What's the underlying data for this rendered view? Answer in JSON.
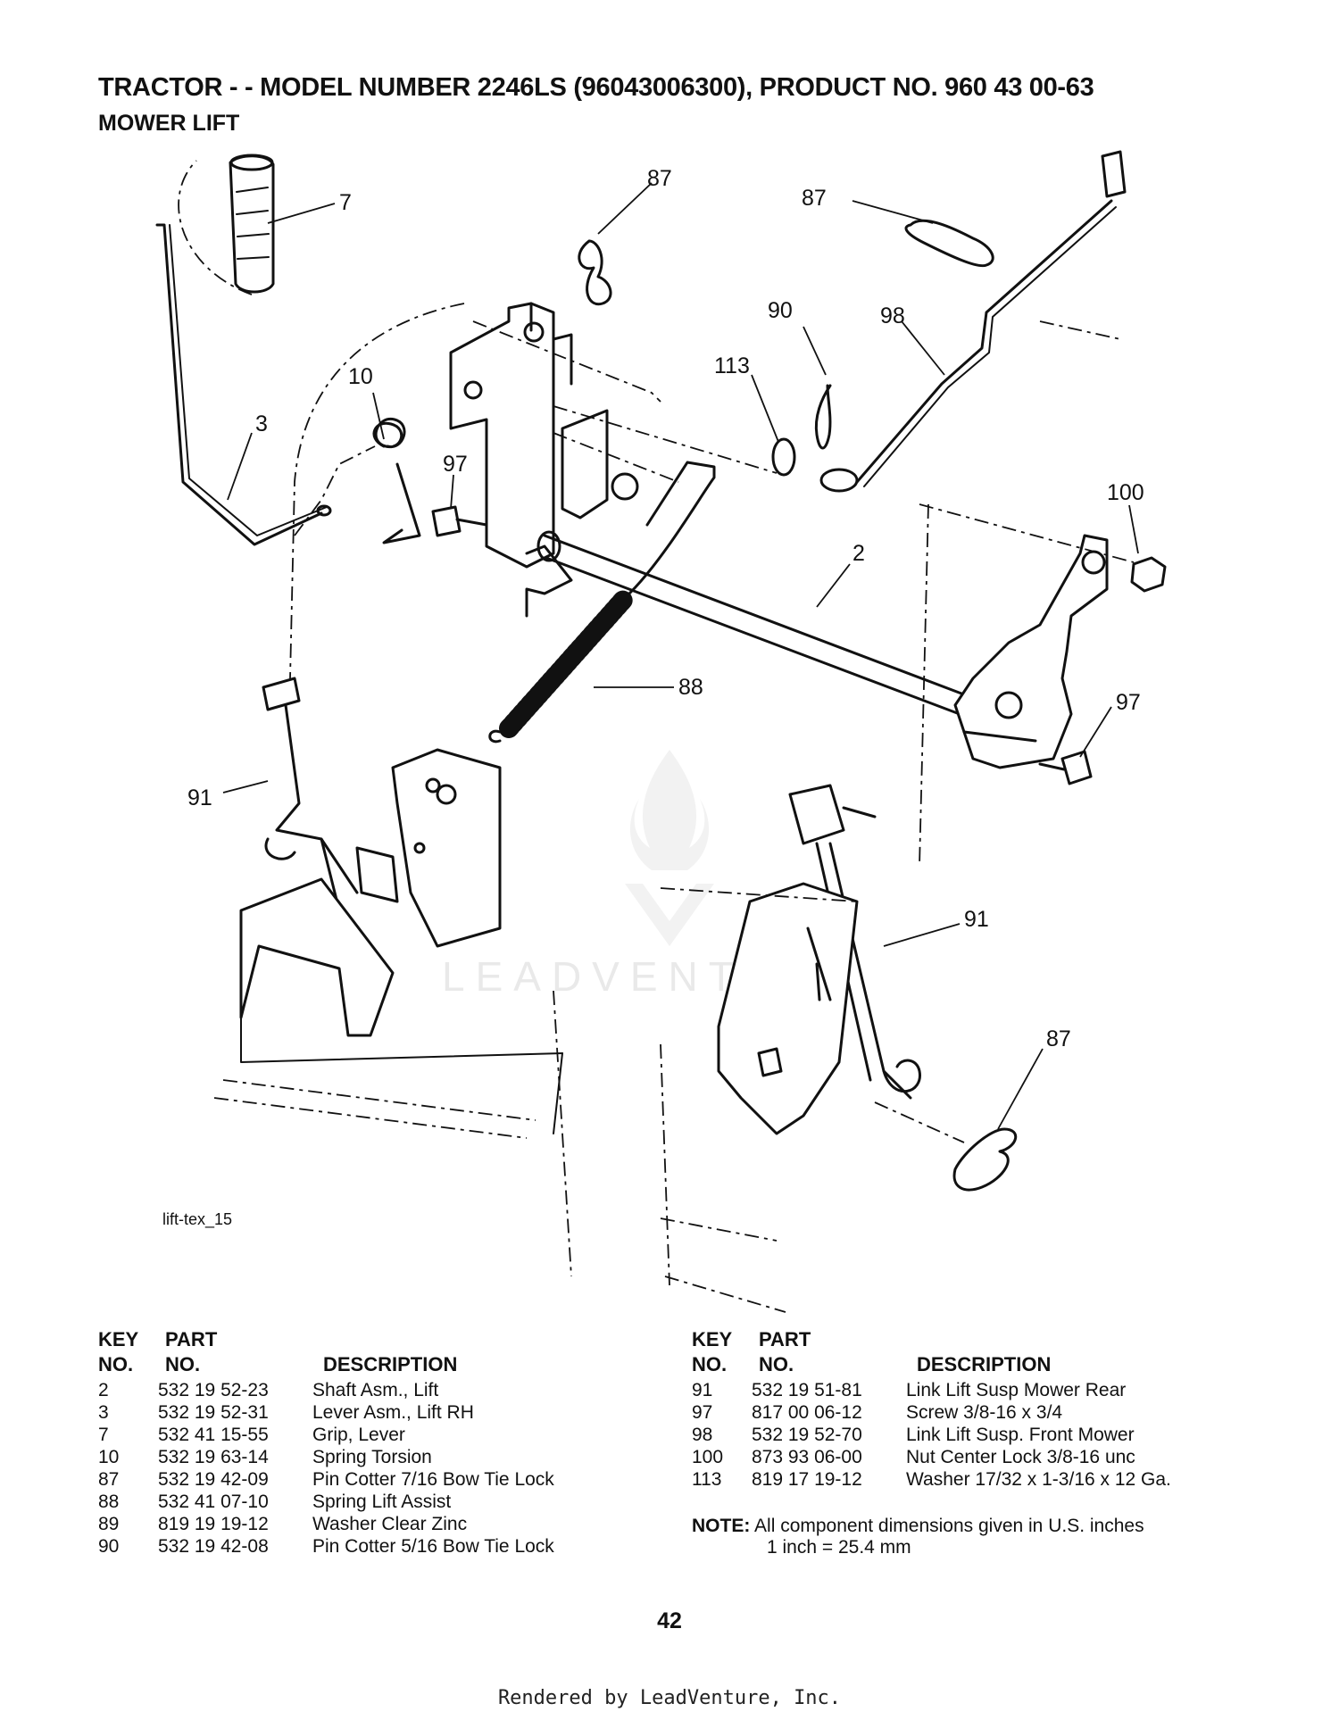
{
  "header": {
    "title": "TRACTOR - - MODEL NUMBER 2246LS (96043006300), PRODUCT NO. 960 43 00-63",
    "subtitle": "MOWER LIFT"
  },
  "diagram": {
    "figure_id": "lift-tex_15",
    "watermark": "LEADVENTURE",
    "callouts": {
      "c7": "7",
      "c87a": "87",
      "c87b": "87",
      "c87c": "87",
      "c90": "90",
      "c98": "98",
      "c113": "113",
      "c10": "10",
      "c3": "3",
      "c97a": "97",
      "c97b": "97",
      "c100": "100",
      "c2": "2",
      "c88": "88",
      "c91a": "91",
      "c91b": "91"
    }
  },
  "parts_table": {
    "headers": {
      "key_line1": "KEY",
      "key_line2": "NO.",
      "part_line1": "PART",
      "part_line2": "NO.",
      "description": "DESCRIPTION"
    },
    "left": [
      {
        "key": "2",
        "part": "532 19 52-23",
        "desc": "Shaft Asm., Lift"
      },
      {
        "key": "3",
        "part": "532 19 52-31",
        "desc": "Lever Asm., Lift RH"
      },
      {
        "key": "7",
        "part": "532 41 15-55",
        "desc": "Grip, Lever"
      },
      {
        "key": "10",
        "part": "532 19 63-14",
        "desc": "Spring  Torsion"
      },
      {
        "key": "87",
        "part": "532 19 42-09",
        "desc": "Pin Cotter 7/16 Bow Tie Lock"
      },
      {
        "key": "88",
        "part": "532 41 07-10",
        "desc": "Spring Lift Assist"
      },
      {
        "key": "89",
        "part": "819 19 19-12",
        "desc": "Washer Clear Zinc"
      },
      {
        "key": "90",
        "part": "532 19 42-08",
        "desc": "Pin Cotter 5/16 Bow Tie Lock"
      }
    ],
    "right": [
      {
        "key": "91",
        "part": "532 19 51-81",
        "desc": "Link Lift Susp Mower Rear"
      },
      {
        "key": "97",
        "part": "817 00 06-12",
        "desc": "Screw 3/8-16 x 3/4"
      },
      {
        "key": "98",
        "part": "532 19 52-70",
        "desc": "Link Lift Susp. Front Mower"
      },
      {
        "key": "100",
        "part": "873 93 06-00",
        "desc": "Nut Center Lock 3/8-16 unc"
      },
      {
        "key": "113",
        "part": "819 17 19-12",
        "desc": "Washer 17/32 x 1-3/16 x 12 Ga."
      }
    ]
  },
  "note": {
    "label": "NOTE:",
    "line1": "All component dimensions given in U.S. inches",
    "line2": "1 inch = 25.4 mm"
  },
  "page_number": "42",
  "footer": "Rendered by LeadVenture, Inc."
}
